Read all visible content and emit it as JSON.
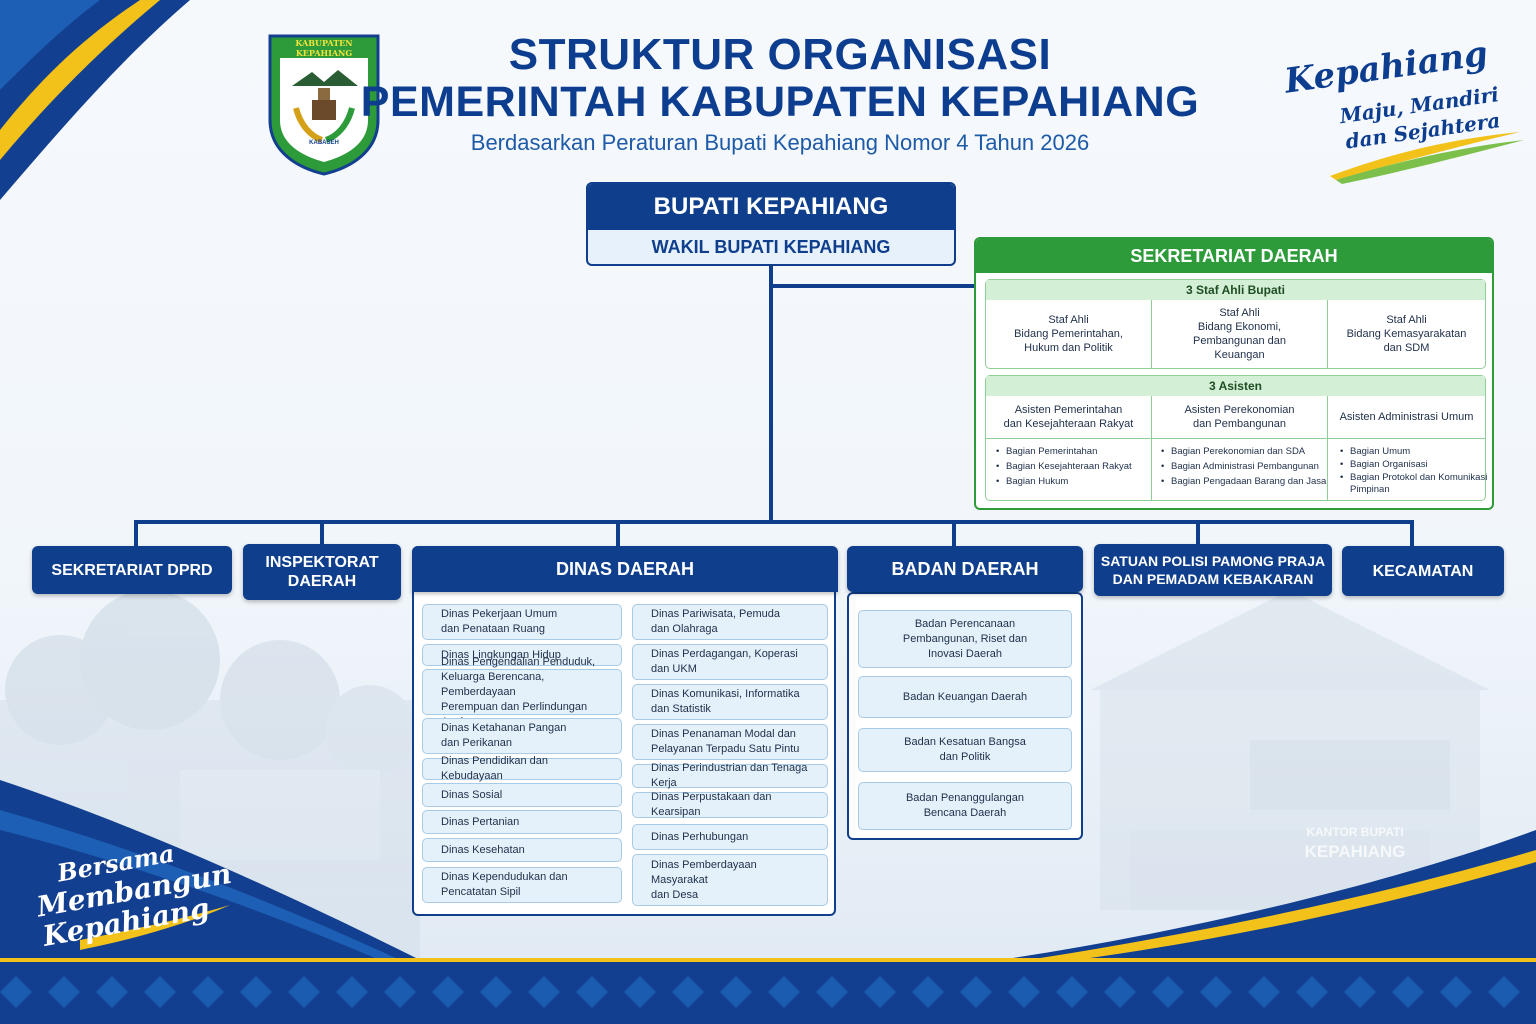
{
  "header": {
    "logo_text": "KABUPATEN KEPAHIANG",
    "logo_ribbon": "KABASEH",
    "title_line1": "STRUKTUR ORGANISASI",
    "title_line2": "PEMERINTAH KABUPATEN KEPAHIANG",
    "subtitle": "Berdasarkan Peraturan Bupati Kepahiang Nomor 4 Tahun 2026"
  },
  "slogan": {
    "top": {
      "line1": "Kepahiang",
      "line2": "Maju, Mandiri",
      "line3": "dan Sejahtera"
    },
    "bottom": {
      "line1": "Bersama",
      "line2": "Membangun",
      "line3": "Kepahiang"
    }
  },
  "background": {
    "building_sign_line1": "KANTOR BUPATI",
    "building_sign_line2": "KEPAHIANG"
  },
  "top": {
    "bupati": "BUPATI KEPAHIANG",
    "wakil": "WAKIL BUPATI KEPAHIANG"
  },
  "sekda": {
    "title": "SEKRETARIAT DAERAH",
    "staf_ahli": {
      "title": "3 Staf Ahli Bupati",
      "items": [
        {
          "line1": "Staf Ahli",
          "line2": "Bidang Pemerintahan,",
          "line3": "Hukum dan Politik"
        },
        {
          "line1": "Staf Ahli",
          "line2": "Bidang Ekonomi,",
          "line3": "Pembangunan dan",
          "line4": "Keuangan"
        },
        {
          "line1": "Staf Ahli",
          "line2": "Bidang Kemasyarakatan",
          "line3": "dan SDM"
        }
      ]
    },
    "asisten": {
      "title": "3 Asisten",
      "items": [
        {
          "line1": "Asisten Pemerintahan",
          "line2": "dan Kesejahteraan Rakyat",
          "bagian": [
            "Bagian Pemerintahan",
            "Bagian Kesejahteraan Rakyat",
            "Bagian Hukum"
          ]
        },
        {
          "line1": "Asisten Perekonomian",
          "line2": "dan Pembangunan",
          "bagian": [
            "Bagian Perekonomian dan SDA",
            "Bagian Administrasi Pembangunan",
            "Bagian Pengadaan Barang dan Jasa"
          ]
        },
        {
          "line1": "Asisten Administrasi Umum",
          "line2": "",
          "bagian": [
            "Bagian Umum",
            "Bagian Organisasi",
            "Bagian Protokol dan Komunikasi",
            "Pimpinan"
          ]
        }
      ]
    }
  },
  "units": {
    "sekretariat_dprd": "SEKRETARIAT DPRD",
    "inspektorat": {
      "line1": "INSPEKTORAT",
      "line2": "DAERAH"
    },
    "dinas": "DINAS DAERAH",
    "badan": "BADAN DAERAH",
    "satpol": {
      "line1": "SATUAN POLISI PAMONG PRAJA",
      "line2": "DAN PEMADAM KEBAKARAN"
    },
    "kecamatan": "KECAMATAN"
  },
  "dinas_left": [
    {
      "l1": "Dinas Pekerjaan Umum",
      "l2": "dan Penataan Ruang"
    },
    {
      "l1": "Dinas Lingkungan Hidup"
    },
    {
      "l1": "Dinas Pengendalian Penduduk,",
      "l2": "Keluarga Berencana, Pemberdayaan",
      "l3": "Perempuan dan Perlindungan Anak"
    },
    {
      "l1": "Dinas Ketahanan Pangan",
      "l2": "dan Perikanan"
    },
    {
      "l1": "Dinas Pendidikan dan Kebudayaan"
    },
    {
      "l1": "Dinas Sosial"
    },
    {
      "l1": "Dinas Pertanian"
    },
    {
      "l1": "Dinas Kesehatan"
    },
    {
      "l1": "Dinas Kependudukan dan",
      "l2": "Pencatatan Sipil"
    }
  ],
  "dinas_right": [
    {
      "l1": "Dinas Pariwisata, Pemuda",
      "l2": "dan Olahraga"
    },
    {
      "l1": "Dinas Perdagangan, Koperasi",
      "l2": "dan UKM"
    },
    {
      "l1": "Dinas Komunikasi, Informatika",
      "l2": "dan Statistik"
    },
    {
      "l1": "Dinas Penanaman Modal dan",
      "l2": "Pelayanan Terpadu Satu Pintu"
    },
    {
      "l1": "Dinas Perindustrian dan Tenaga Kerja"
    },
    {
      "l1": "Dinas Perpustakaan dan Kearsipan"
    },
    {
      "l1": "Dinas Perhubungan"
    },
    {
      "l1": "Dinas Pemberdayaan Masyarakat",
      "l2": "dan Desa"
    }
  ],
  "badan": [
    {
      "l1": "Badan Perencanaan",
      "l2": "Pembangunan, Riset dan",
      "l3": "Inovasi Daerah"
    },
    {
      "l1": "Badan Keuangan Daerah"
    },
    {
      "l1": "Badan Kesatuan Bangsa",
      "l2": "dan Politik"
    },
    {
      "l1": "Badan Penanggulangan",
      "l2": "Bencana Daerah"
    }
  ],
  "colors": {
    "navy": "#0f3f8c",
    "title_blue": "#0d3d8f",
    "green": "#2e9b3a",
    "gold": "#f2c21b",
    "item_bg": "#e4f1fb"
  }
}
